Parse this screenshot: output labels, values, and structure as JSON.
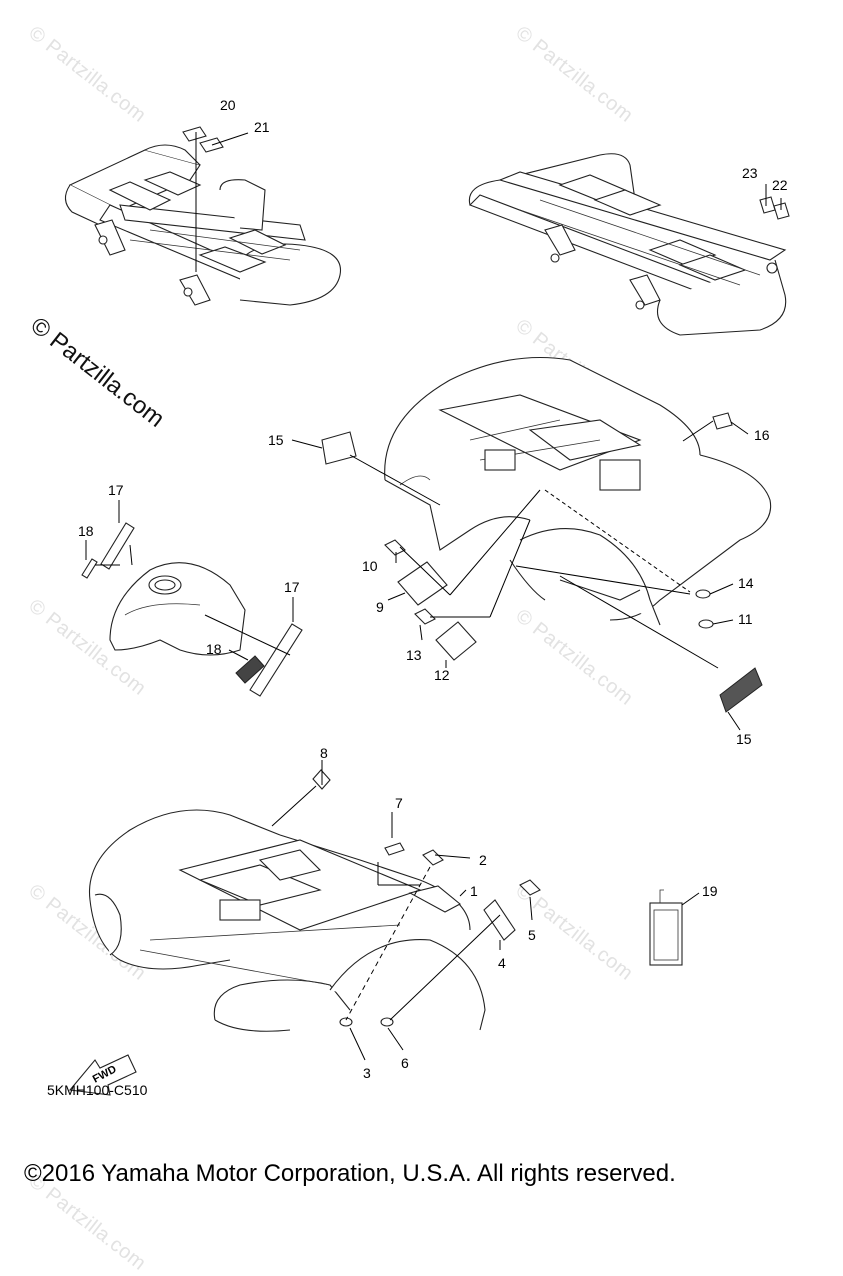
{
  "watermarks": {
    "prominent": "© Partzilla.com",
    "faint": "© Partzilla.com"
  },
  "diagram_code": "5KMH100-C510",
  "fwd_label": "FWD",
  "copyright": "©2016 Yamaha Motor Corporation, U.S.A. All rights reserved.",
  "callouts": {
    "c1": "1",
    "c2": "2",
    "c3": "3",
    "c4": "4",
    "c5": "5",
    "c6": "6",
    "c7": "7",
    "c8": "8",
    "c9": "9",
    "c10": "10",
    "c11": "11",
    "c12": "12",
    "c13": "13",
    "c14": "14",
    "c15a": "15",
    "c15b": "15",
    "c16": "16",
    "c17a": "17",
    "c17b": "17",
    "c18a": "18",
    "c18b": "18",
    "c19": "19",
    "c20": "20",
    "c21": "21",
    "c22": "22",
    "c23": "23"
  }
}
